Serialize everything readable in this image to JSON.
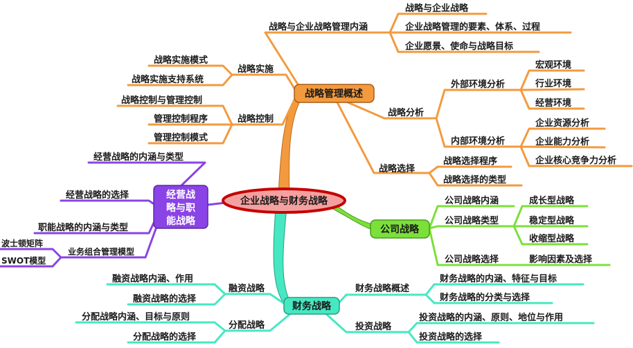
{
  "colors": {
    "orange": "#f39a3e",
    "purple": "#8a43e6",
    "green": "#7be03a",
    "teal": "#45e8c2",
    "center_fill": "#f5a0a0",
    "center_stroke": "#c40000"
  },
  "center": "企业战略与财务战略",
  "orange": {
    "label": "战略管理概述",
    "neihan": {
      "label": "战略与企业战略管理内涵",
      "children": [
        "战略与企业战略",
        "企业战略管理的要素、体系、过程",
        "企业愿景、使命与战略目标"
      ]
    },
    "shishi": {
      "label": "战略实施",
      "children": [
        "战略实施模式",
        "战略实施支持系统"
      ]
    },
    "kongzhi": {
      "label": "战略控制",
      "children": [
        "战略控制与管理控制",
        "管理控制程序",
        "管理控制模式"
      ]
    },
    "fenxi": {
      "label": "战略分析",
      "external": {
        "label": "外部环境分析",
        "children": [
          "宏观环境",
          "行业环境",
          "经营环境"
        ]
      },
      "internal": {
        "label": "内部环境分析",
        "children": [
          "企业资源分析",
          "企业能力分析",
          "企业核心竞争力分析"
        ]
      }
    },
    "xuanze": {
      "label": "战略选择",
      "children": [
        "战略选择程序",
        "战略选择的类型"
      ]
    }
  },
  "purple": {
    "label_lines": [
      "经营战",
      "略与职",
      "能战略"
    ],
    "children": [
      "经营战略的内涵与类型",
      "经营战略的选择",
      "职能战略的内涵与类型"
    ],
    "portfolio": {
      "label": "业务组合管理模型",
      "children": [
        "波士顿矩阵",
        "SWOT模型"
      ]
    }
  },
  "green": {
    "label": "公司战略",
    "neihan": "公司战略内涵",
    "leixing": {
      "label": "公司战略类型",
      "children": [
        "成长型战略",
        "稳定型战略",
        "收缩型战略"
      ]
    },
    "xuanze": {
      "label": "公司战略选择",
      "child": "影响因素及选择"
    }
  },
  "teal": {
    "label": "财务战略",
    "overview": {
      "label": "财务战略概述",
      "children": [
        "财务战略的内涵、特征与目标",
        "财务战略的分类与选择"
      ]
    },
    "invest": {
      "label": "投资战略",
      "children": [
        "投资战略的内涵、原则、地位与作用",
        "投资战略的选择"
      ]
    },
    "finance": {
      "label": "融资战略",
      "children": [
        "融资战略内涵、作用",
        "融资战略的选择"
      ]
    },
    "distribute": {
      "label": "分配战略",
      "children": [
        "分配战略内涵、目标与原则",
        "分配战略的选择"
      ]
    }
  }
}
